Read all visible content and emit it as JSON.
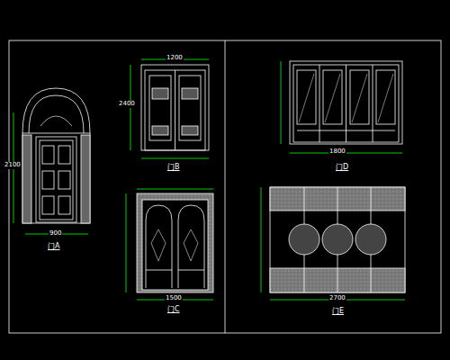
{
  "diagram": {
    "labels": [
      "门A",
      "门B",
      "门C",
      "门D",
      "门E",
      "900",
      "2100",
      "1200",
      "2400",
      "1500",
      "1800",
      "2700"
    ]
  }
}
